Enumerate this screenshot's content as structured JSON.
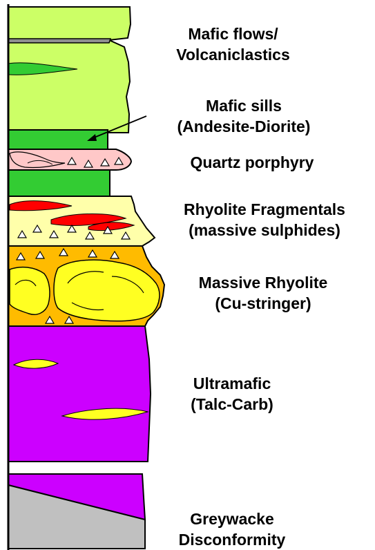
{
  "units": [
    {
      "id": "mafic-flows",
      "lines": [
        "Mafic flows/",
        "Volcaniclastics"
      ],
      "color": "#ccff66"
    },
    {
      "id": "mafic-sills",
      "lines": [
        "Mafic sills",
        "(Andesite-Diorite)"
      ],
      "color": "#33cc33"
    },
    {
      "id": "quartz-porphyry",
      "lines": [
        "Quartz porphyry"
      ],
      "color": "#ffc8c8"
    },
    {
      "id": "rhyolite-fragmentals",
      "lines": [
        "Rhyolite Fragmentals",
        "(massive sulphides)"
      ],
      "color": "#ffffaa"
    },
    {
      "id": "massive-rhyolite",
      "lines": [
        "Massive Rhyolite",
        "(Cu-stringer)"
      ],
      "color": "#ffff22"
    },
    {
      "id": "ultramafic",
      "lines": [
        "Ultramafic",
        "(Talc-Carb)"
      ],
      "color": "#cc00ff"
    },
    {
      "id": "greywacke",
      "lines": [
        "Greywacke",
        "Disconformity"
      ],
      "color": "#c0c0c0"
    }
  ],
  "colors": {
    "sulphide_lens": "#ff0000",
    "stringer_zone": "#ffbb00",
    "talc_lens": "#ffff22",
    "outline": "#000000"
  }
}
